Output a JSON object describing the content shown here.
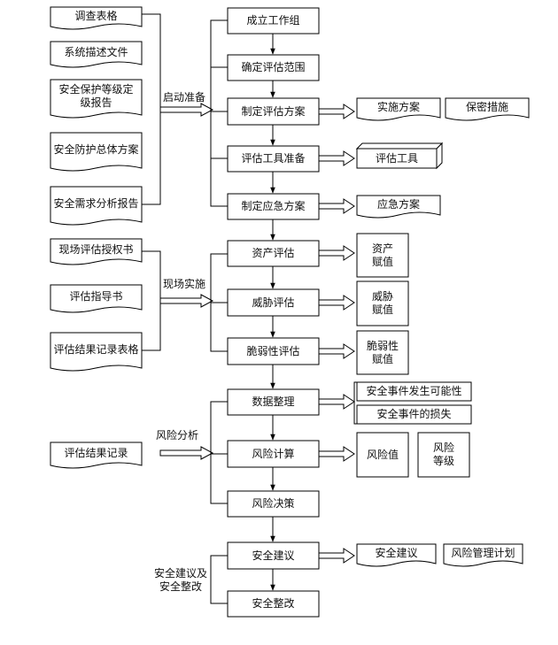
{
  "documents": {
    "survey_form": "调查表格",
    "system_description": "系统描述文件",
    "protection_grading_report": "安全保护等级定\n级报告",
    "overall_protection_plan": "安全防护总体方案",
    "requirements_analysis_report": "安全需求分析报告",
    "onsite_authorization": "现场评估授权书",
    "assessment_guide": "评估指导书",
    "result_record_form": "评估结果记录表格",
    "result_record": "评估结果记录"
  },
  "phases": {
    "startup": "启动准备",
    "onsite": "现场实施",
    "risk_analysis": "风险分析",
    "recommendation": "安全建议及\n安全整改"
  },
  "steps": {
    "form_team": "成立工作组",
    "define_scope": "确定评估范围",
    "make_plan": "制定评估方案",
    "prepare_tools": "评估工具准备",
    "emergency_plan": "制定应急方案",
    "asset_assessment": "资产评估",
    "threat_assessment": "威胁评估",
    "vulnerability_assessment": "脆弱性评估",
    "data_arrangement": "数据整理",
    "risk_calculation": "风险计算",
    "risk_decision": "风险决策",
    "security_advice": "安全建议",
    "security_rectification": "安全整改"
  },
  "outputs": {
    "implementation_plan": "实施方案",
    "confidentiality_measures": "保密措施",
    "assessment_tools": "评估工具",
    "emergency_plan_doc": "应急方案",
    "asset_value": "资产\n赋值",
    "threat_value": "威胁\n赋值",
    "vulnerability_value": "脆弱性\n赋值",
    "event_likelihood": "安全事件发生可能性",
    "event_loss": "安全事件的损失",
    "risk_value": "风险值",
    "risk_level": "风险\n等级",
    "security_advice_doc": "安全建议",
    "risk_management_plan": "风险管理计划"
  }
}
